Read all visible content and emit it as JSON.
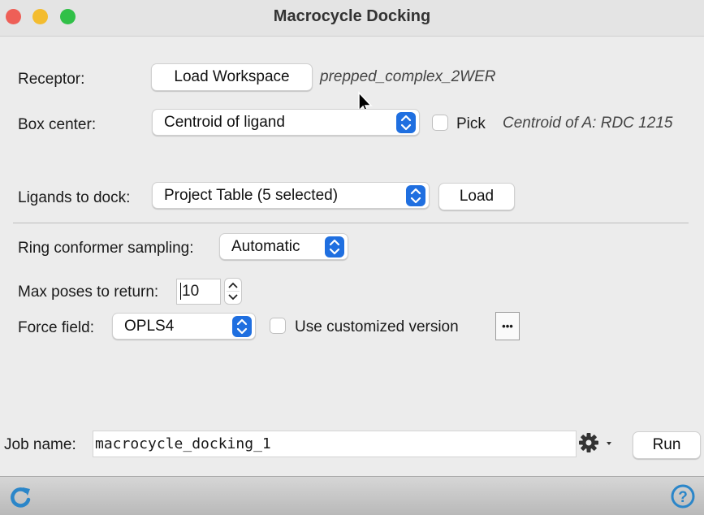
{
  "window": {
    "title": "Macrocycle Docking"
  },
  "receptor": {
    "label": "Receptor:",
    "load_button": "Load Workspace",
    "value": "prepped_complex_2WER"
  },
  "box_center": {
    "label": "Box center:",
    "selected": "Centroid of ligand",
    "pick_label": "Pick",
    "info": "Centroid of A: RDC 1215"
  },
  "ligands": {
    "label": "Ligands to dock:",
    "selected": "Project Table (5 selected)",
    "load_button": "Load"
  },
  "ring_sampling": {
    "label": "Ring conformer sampling:",
    "selected": "Automatic"
  },
  "max_poses": {
    "label": "Max poses to return:",
    "value": "10"
  },
  "force_field": {
    "label": "Force field:",
    "selected": "OPLS4",
    "custom_label": "Use customized version",
    "more_button": "•••"
  },
  "job": {
    "label": "Job name:",
    "value": "macrocycle_docking_1",
    "run_button": "Run"
  },
  "icons": {
    "close": "#ee5f57",
    "minimize": "#f3bc2f",
    "maximize": "#31c048",
    "accent": "#1f6fe0",
    "help": "#2b86c9"
  }
}
